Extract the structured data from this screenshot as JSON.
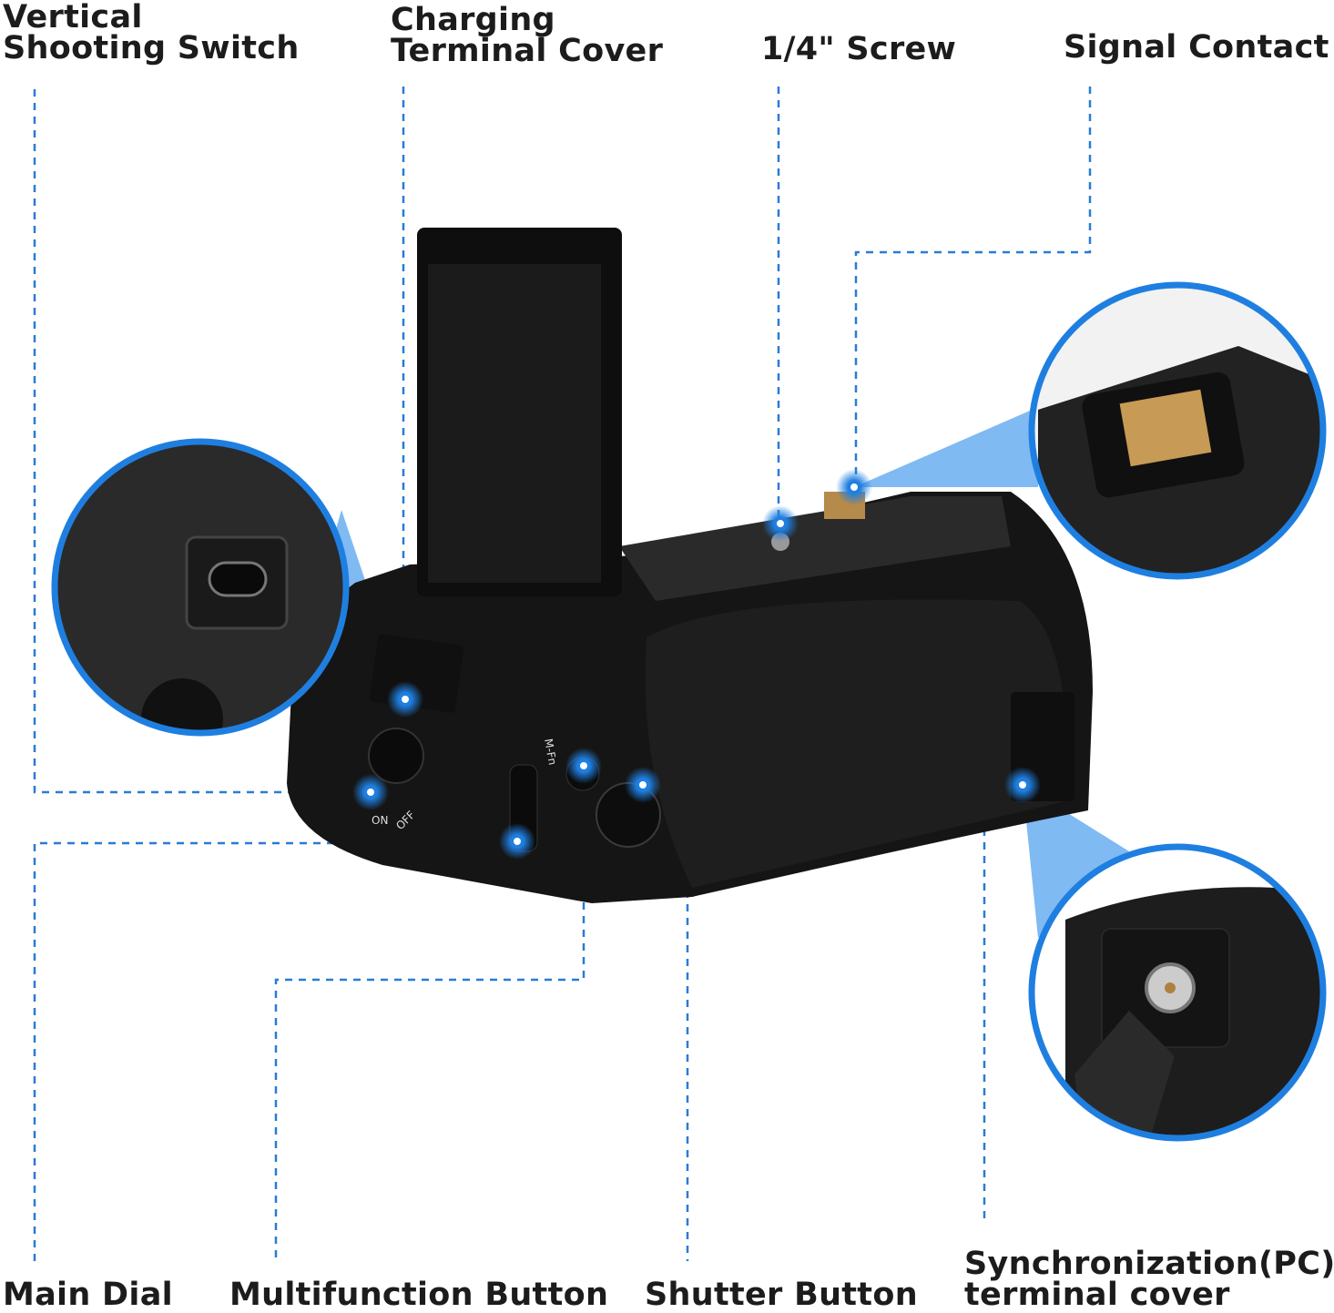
{
  "labels": {
    "vertical_shooting_switch": [
      "Vertical",
      "Shooting Switch"
    ],
    "charging_terminal_cover": [
      "Charging",
      "Terminal Cover"
    ],
    "screw": "1/4\" Screw",
    "signal_contact": "Signal Contact",
    "main_dial": "Main Dial",
    "multifunction_button": "Multifunction Button",
    "shutter_button": "Shutter Button",
    "sync_terminal_cover": [
      "Synchronization(PC)",
      "terminal cover"
    ]
  },
  "product_markings": {
    "mfn": "M-Fn",
    "on": "ON",
    "off": "OFF"
  },
  "colors": {
    "accent": "#1f7fe0",
    "line": "#2a7bd4",
    "body": "#151515",
    "text": "#1c1c1c"
  }
}
